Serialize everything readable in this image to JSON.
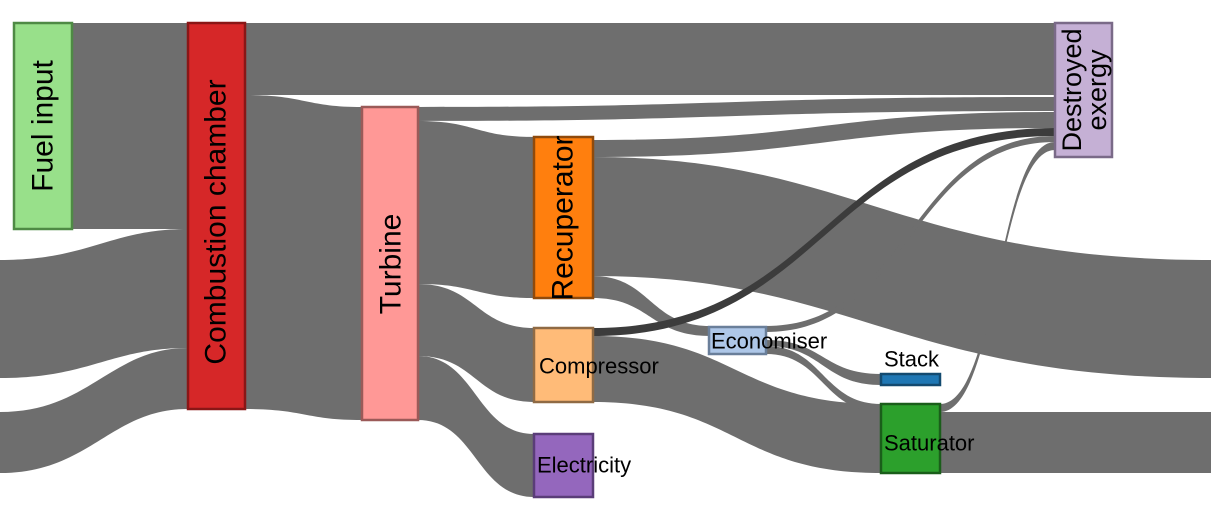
{
  "diagram": {
    "type": "sankey",
    "flow_color": "#6e6e6e",
    "nodes": [
      {
        "id": "fuel_input",
        "label": "Fuel input",
        "fill": "#98e08a",
        "stroke": "#4e8a44"
      },
      {
        "id": "combustion_chamber",
        "label": "Combustion chamber",
        "fill": "#d62728",
        "stroke": "#8a1616"
      },
      {
        "id": "turbine",
        "label": "Turbine",
        "fill": "#ff9896",
        "stroke": "#9b5a58"
      },
      {
        "id": "recuperator",
        "label": "Recuperator",
        "fill": "#ff7f0e",
        "stroke": "#8f4a0c"
      },
      {
        "id": "compressor",
        "label": "Compressor",
        "fill": "#ffbb78",
        "stroke": "#8f6a44"
      },
      {
        "id": "electricity",
        "label": "Electricity",
        "fill": "#9467bd",
        "stroke": "#5a3d78"
      },
      {
        "id": "economiser",
        "label": "Economiser",
        "fill": "#aec7e8",
        "stroke": "#6a7f9a"
      },
      {
        "id": "stack",
        "label": "Stack",
        "fill": "#1f77b4",
        "stroke": "#134a70"
      },
      {
        "id": "saturator",
        "label": "Saturator",
        "fill": "#2ca02c",
        "stroke": "#1a5e1a"
      },
      {
        "id": "destroyed_exergy",
        "label_lines": [
          "Destroyed",
          "exergy"
        ],
        "fill": "#c5b0d5",
        "stroke": "#7a6a88"
      }
    ],
    "links": [
      {
        "source": "fuel_input",
        "target": "combustion_chamber"
      },
      {
        "source": "combustion_chamber",
        "target": "destroyed_exergy"
      },
      {
        "source": "combustion_chamber",
        "target": "turbine"
      },
      {
        "source": "turbine",
        "target": "destroyed_exergy"
      },
      {
        "source": "turbine",
        "target": "recuperator"
      },
      {
        "source": "turbine",
        "target": "compressor"
      },
      {
        "source": "turbine",
        "target": "electricity"
      },
      {
        "source": "recuperator",
        "target": "destroyed_exergy"
      },
      {
        "source": "recuperator",
        "target": "combustion_chamber"
      },
      {
        "source": "recuperator",
        "target": "economiser"
      },
      {
        "source": "compressor",
        "target": "destroyed_exergy"
      },
      {
        "source": "compressor",
        "target": "saturator"
      },
      {
        "source": "economiser",
        "target": "destroyed_exergy"
      },
      {
        "source": "economiser",
        "target": "stack"
      },
      {
        "source": "economiser",
        "target": "saturator"
      },
      {
        "source": "saturator",
        "target": "destroyed_exergy"
      },
      {
        "source": "saturator",
        "target": "combustion_chamber"
      }
    ]
  }
}
